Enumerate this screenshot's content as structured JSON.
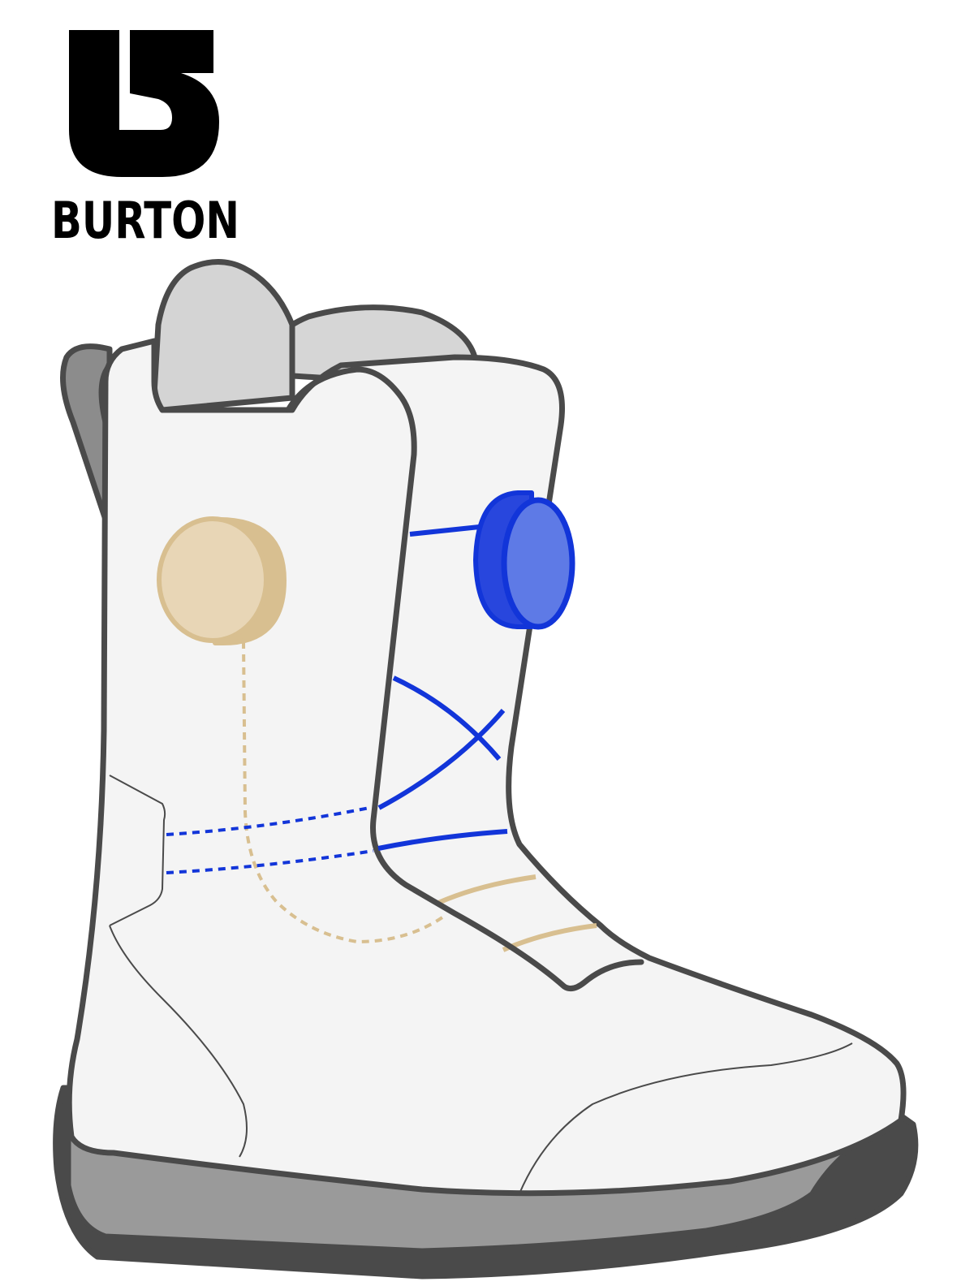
{
  "brand": {
    "name": "BURTON"
  },
  "colors": {
    "outline": "#4a4a4a",
    "shell_fill": "#f4f4f4",
    "liner_fill": "#d4d4d4",
    "tongue_fill": "#d6d6d6",
    "heel_loop_fill": "#8c8c8c",
    "sole_top_fill": "#9a9a9a",
    "sole_bottom_fill": "#4a4a4a",
    "boa_blue": "#1235d9",
    "boa_blue_face": "#5e7ae6",
    "boa_blue_side": "#2846dd",
    "boa_tan": "#d8bf90",
    "boa_tan_face": "#e8d6b6",
    "logo_black": "#000000"
  },
  "illustration": {
    "subject": "snowboard-boot",
    "dials": [
      {
        "name": "upper-zone-dial",
        "color": "blue"
      },
      {
        "name": "lower-zone-dial",
        "color": "tan"
      }
    ],
    "laces": [
      {
        "name": "upper-lace",
        "color": "blue"
      },
      {
        "name": "lower-lace",
        "color": "tan"
      }
    ]
  }
}
